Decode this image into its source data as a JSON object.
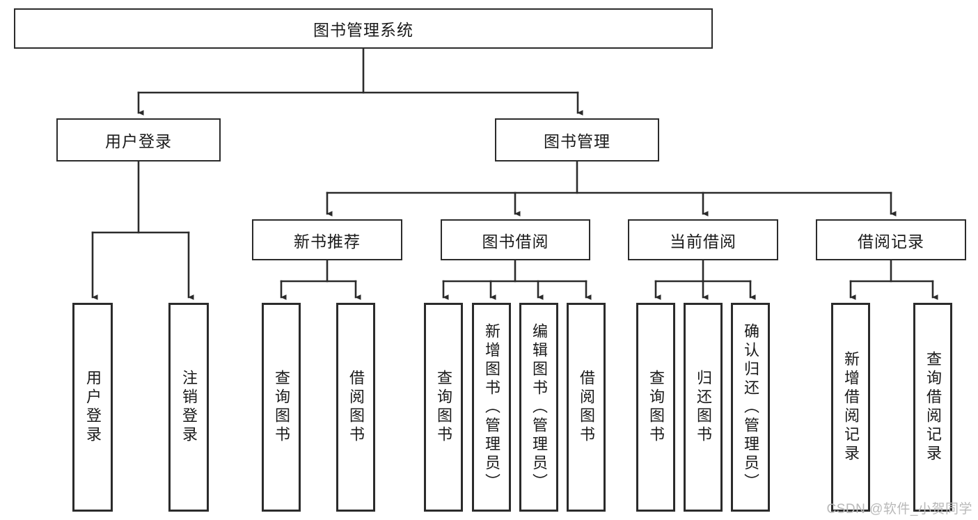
{
  "diagram": {
    "title": "图书管理系统",
    "type": "tree-hierarchy-diagram",
    "colors": {
      "background": "#ffffff",
      "box_border": "#2b2b2b",
      "box_fill": "#ffffff",
      "text": "#1a1a1a",
      "connector": "#2b2b2b",
      "watermark": "#b9b9b9"
    },
    "root": {
      "label": "图书管理系统"
    },
    "level2": [
      {
        "label": "用户登录"
      },
      {
        "label": "图书管理"
      }
    ],
    "level3": [
      {
        "label": "新书推荐"
      },
      {
        "label": "图书借阅"
      },
      {
        "label": "当前借阅"
      },
      {
        "label": "借阅记录"
      }
    ],
    "leaves": {
      "user_login": [
        {
          "label": "用户登录"
        },
        {
          "label": "注销登录"
        }
      ],
      "new_book_recommend": [
        {
          "label": "查询图书"
        },
        {
          "label": "借阅图书"
        }
      ],
      "book_borrow": [
        {
          "label": "查询图书"
        },
        {
          "label": "新增图书（管理员）"
        },
        {
          "label": "编辑图书（管理员）"
        },
        {
          "label": "借阅图书"
        }
      ],
      "current_borrow": [
        {
          "label": "查询图书"
        },
        {
          "label": "归还图书"
        },
        {
          "label": "确认归还（管理员）"
        }
      ],
      "borrow_record": [
        {
          "label": "新增借阅记录"
        },
        {
          "label": "查询借阅记录"
        }
      ]
    }
  },
  "watermark": {
    "text": "CSDN @软件_小贺同学"
  }
}
